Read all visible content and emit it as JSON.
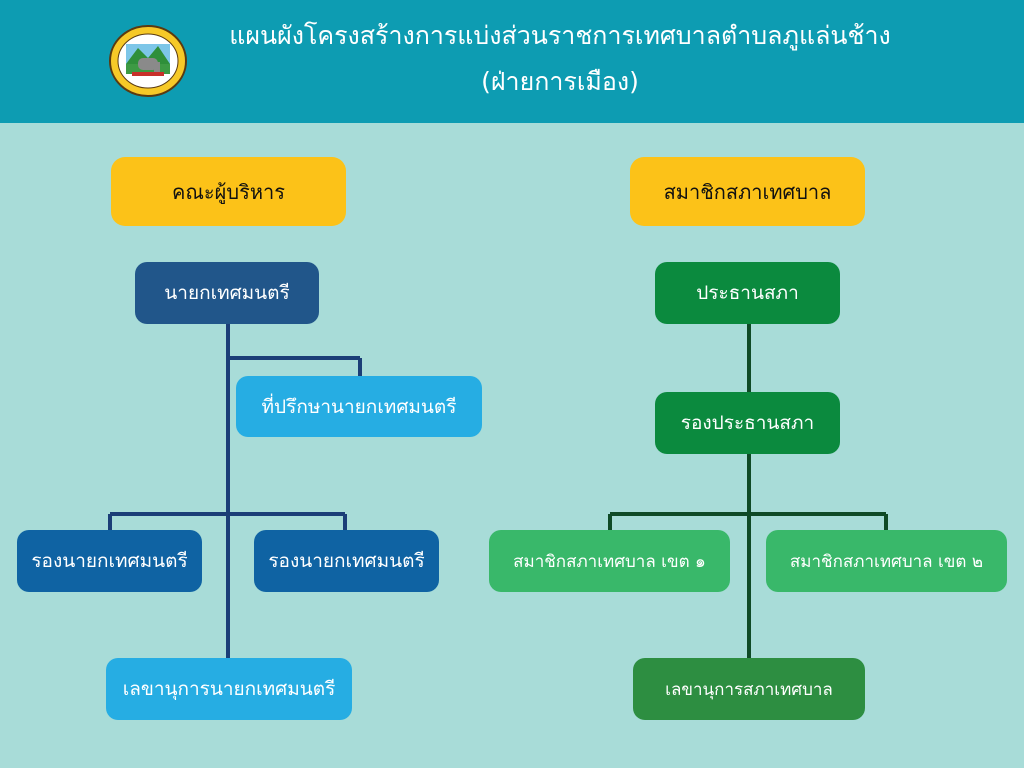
{
  "header": {
    "title_line1": "แผนผังโครงสร้างการแบ่งส่วนราชการเทศบาลตำบลภูแล่นช้าง",
    "title_line2": "(ฝ่ายการเมือง)"
  },
  "left": {
    "heading": "คณะผู้บริหาร",
    "mayor": "นายกเทศมนตรี",
    "advisor": "ที่ปรึกษานายกเทศมนตรี",
    "deputy_1": "รองนายกเทศมนตรี",
    "deputy_2": "รองนายกเทศมนตรี",
    "secretary": "เลขานุการนายกเทศมนตรี"
  },
  "right": {
    "heading": "สมาชิกสภาเทศบาล",
    "president": "ประธานสภา",
    "vice_president": "รองประธานสภา",
    "member_1": "สมาชิกสภาเทศบาล เขต ๑",
    "member_2": "สมาชิกสภาเทศบาล เขต ๒",
    "secretary": "เลขานุการสภาเทศบาล"
  },
  "colors": {
    "header_bg": "#0d9cb2",
    "page_bg": "#a8dcd8",
    "heading_box": "#fcc218",
    "left_line": "#1b3e77",
    "right_line": "#0f4a26"
  }
}
